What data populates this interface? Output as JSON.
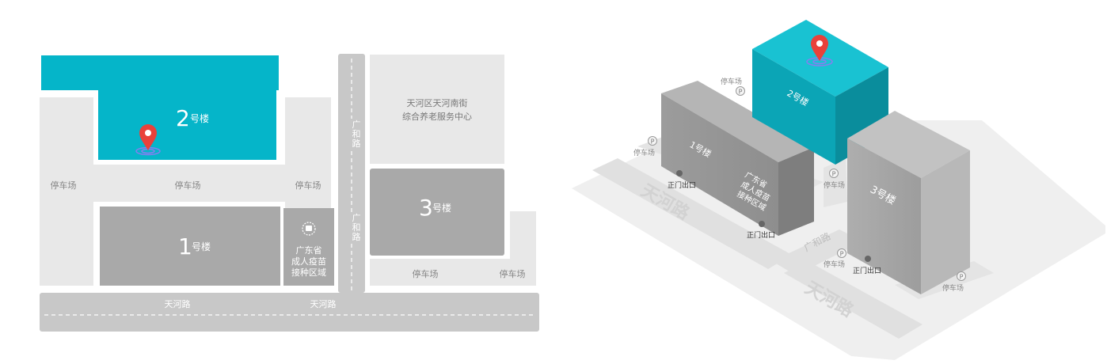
{
  "plan": {
    "building2": {
      "number": "2",
      "suffix": "号楼"
    },
    "building1": {
      "number": "1",
      "suffix": "号楼"
    },
    "building3": {
      "number": "3",
      "suffix": "号楼"
    },
    "parking_left": "停车场",
    "parking_mid": "停车场",
    "parking_right": "停车场",
    "parking_b3_left": "停车场",
    "parking_b3_right": "停车场",
    "vaccine_area": [
      "广东省",
      "成人疫苗",
      "接种区域"
    ],
    "service_center": [
      "天河区天河南街",
      "综合养老服务中心"
    ],
    "guanghe_road": [
      "广",
      "和",
      "路"
    ],
    "tianhe_road_1": "天河路",
    "tianhe_road_2": "天河路"
  },
  "iso": {
    "building2": "2号楼",
    "building1": "1号楼",
    "building3": "3号楼",
    "vaccine_area": [
      "广东省",
      "成人疫苗",
      "接种区域"
    ],
    "gate_1a": "正门出口",
    "gate_1b": "正门出口",
    "gate_3": "正门出口",
    "parking_1": "停车场",
    "parking_2": "停车场",
    "parking_3": "停车场",
    "parking_4": "停车场",
    "parking_5": "停车场",
    "road_tianhe_top": "天河路",
    "road_guanghe": "广和路",
    "road_tianhe_bottom": "天河路",
    "parking_symbol": "P"
  },
  "colors": {
    "teal": "#05b5c9",
    "teal_dark": "#0a95a6",
    "block_light": "#e8e8e8",
    "block_mid": "#a9a9a9",
    "road": "#c8c8c8",
    "text_light": "#888888",
    "pin_red": "#e9413a",
    "pin_ring": "#8a7cf0"
  }
}
